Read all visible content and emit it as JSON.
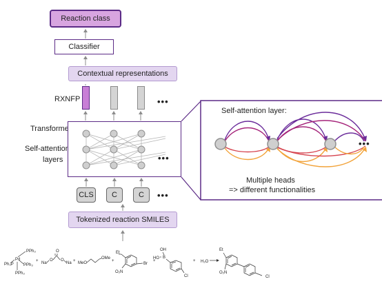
{
  "labels": {
    "reaction_class": "Reaction class",
    "classifier": "Classifier",
    "contextual": "Contextual representations",
    "rxnfp": "RXNFP",
    "transformer": "Transformer",
    "self_attention_line1": "Self-attention",
    "self_attention_line2": "layers",
    "ellipsis": "•••",
    "tokens": [
      "CLS",
      "C",
      "C"
    ],
    "tokenized": "Tokenized reaction SMILES",
    "detail_title": "Self-attention layer:",
    "heads_line1": "Multiple heads",
    "heads_line2": "=> different functionalities"
  },
  "chemistry": {
    "pd_complex": [
      "PPh₃",
      "Pd",
      "Ph₃P",
      "PPh₃",
      "PPh₃"
    ],
    "carbonate": [
      "Na",
      "O",
      "O",
      "O",
      "Na"
    ],
    "ether": [
      "MeO",
      "OMe"
    ],
    "aryl_bromide": [
      "Et",
      "O₂N",
      "Br"
    ],
    "boronic_acid": [
      "OH",
      "HO",
      "B",
      "Cl"
    ],
    "water": "H₂O",
    "product": [
      "Et",
      "O₂N",
      "Cl"
    ],
    "plus": "+"
  },
  "colors": {
    "purple_dark": "#5b2a86",
    "purple_fill": "#c87fd6",
    "lavender_fill": "#e3d6f0",
    "lavender_border": "#b39ad0",
    "gray_fill": "#d4d4d4",
    "gray_border": "#8a8a8a",
    "arrow_orange": "#f2a33a",
    "arrow_red": "#d64550",
    "arrow_magenta": "#a5247a",
    "arrow_violet": "#6a2b9a"
  }
}
